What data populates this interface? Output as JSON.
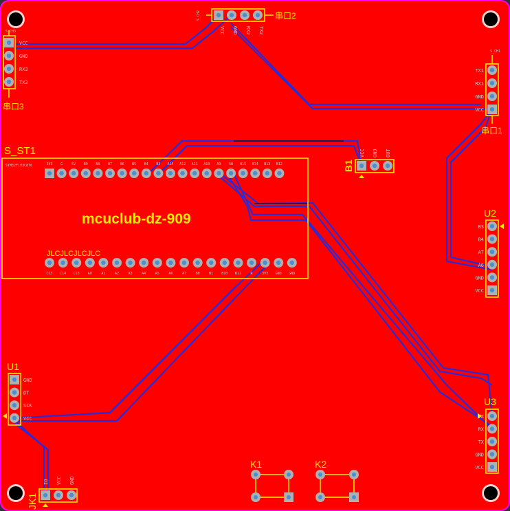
{
  "board_title": "mcuclub-dz-909",
  "s_st1": {
    "ref": "S_ST1",
    "header_small": "STM32F103C8T6",
    "top_pins": [
      "3V3",
      "G",
      "5V",
      "B9",
      "B8",
      "B7",
      "B6",
      "B5",
      "B4",
      "B3",
      "A15",
      "A12",
      "A11",
      "A10",
      "A9",
      "A8",
      "B15",
      "B14",
      "B13",
      "B12"
    ],
    "bottom_pins": [
      "C13",
      "C14",
      "C15",
      "A0",
      "A1",
      "A2",
      "A3",
      "A4",
      "A5",
      "A6",
      "A7",
      "B0",
      "B1",
      "B10",
      "B11",
      "R",
      "3V3",
      "GND",
      "GND"
    ],
    "vendor_text": "JLCJLCJLCJLC"
  },
  "uart3": {
    "ref": "串口3",
    "small": "S_CH3",
    "pins": [
      "VCC",
      "GND",
      "RX3",
      "TX3"
    ]
  },
  "uart2": {
    "ref": "串口2",
    "small": "S_CH2",
    "pins": [
      "VCC",
      "GND",
      "RX2",
      "TX2"
    ]
  },
  "uart1": {
    "ref": "串口1",
    "small": "S_CH1",
    "pins": [
      "TX1",
      "RX1",
      "GND",
      "VCC"
    ]
  },
  "b1": {
    "ref": "B1",
    "pins": [
      "VCC",
      "GND",
      "OUT"
    ]
  },
  "u2": {
    "ref": "U2",
    "pins": [
      "B3",
      "B4",
      "A7",
      "A6",
      "GND",
      "VCC"
    ]
  },
  "u3": {
    "ref": "U3",
    "pins": [
      "TX",
      "RX",
      "TX",
      "GND",
      "VCC"
    ]
  },
  "u1": {
    "ref": "U1",
    "pins": [
      "GND",
      "DT",
      "SCK",
      "VCC"
    ]
  },
  "jk1": {
    "ref": "JK1",
    "pins": [
      "IO",
      "VCC",
      "GND"
    ]
  },
  "k1": {
    "ref": "K1"
  },
  "k2": {
    "ref": "K2"
  },
  "colors": {
    "board": "#ff0000",
    "outline": "#ff00ff",
    "silk": "#ffe600",
    "trace": "#2b2bd6",
    "pad": "#b0b0b0"
  }
}
